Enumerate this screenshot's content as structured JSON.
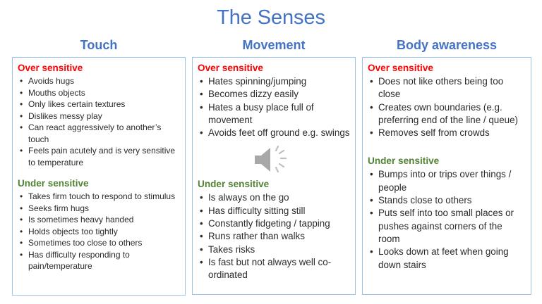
{
  "title": "The Senses",
  "colors": {
    "title_blue": "#4472C4",
    "heading_blue": "#4472C4",
    "over_sensitive_red": "#FF0000",
    "under_sensitive_green": "#548235",
    "panel_border": "#9DC3E6",
    "body_text": "#2b2b2b",
    "speaker_icon_gray": "#A6A6A6"
  },
  "section_labels": {
    "over": "Over sensitive",
    "under": "Under sensitive"
  },
  "columns": [
    {
      "heading": "Touch",
      "over_sensitive": {
        "label": "Over sensitive",
        "items": [
          "Avoids hugs",
          "Mouths objects",
          "Only likes certain textures",
          "Dislikes messy play",
          "Can react aggressively to another’s touch",
          "Feels pain acutely and is very sensitive to temperature"
        ]
      },
      "under_sensitive": {
        "label": "Under sensitive",
        "items": [
          "Takes firm touch to respond to stimulus",
          "Seeks firm hugs",
          "Is sometimes heavy handed",
          "Holds objects too tightly",
          "Sometimes too close to others",
          "Has difficulty responding to pain/temperature"
        ]
      }
    },
    {
      "heading": "Movement",
      "over_sensitive": {
        "label": "Over sensitive",
        "items": [
          "Hates spinning/jumping",
          "Becomes dizzy easily",
          "Hates a busy place full of movement",
          "Avoids feet off ground e.g. swings"
        ]
      },
      "under_sensitive": {
        "label": "Under sensitive",
        "items": [
          "Is always on the go",
          "Has difficulty sitting still",
          "Constantly fidgeting / tapping",
          "Runs rather than walks",
          "Takes risks",
          "Is fast but not always well co-ordinated"
        ]
      },
      "media": {
        "icon": "speaker-icon"
      }
    },
    {
      "heading": "Body awareness",
      "over_sensitive": {
        "label": "Over sensitive",
        "items": [
          "Does not like others being too close",
          "Creates own boundaries (e.g. preferring end of the line / queue)",
          "Removes self from crowds"
        ]
      },
      "under_sensitive": {
        "label": "Under sensitive",
        "items": [
          "Bumps into or trips over things / people",
          "Stands close to others",
          "Puts self into too small places or pushes against corners of the room",
          "Looks down at feet when going down stairs"
        ]
      }
    }
  ]
}
